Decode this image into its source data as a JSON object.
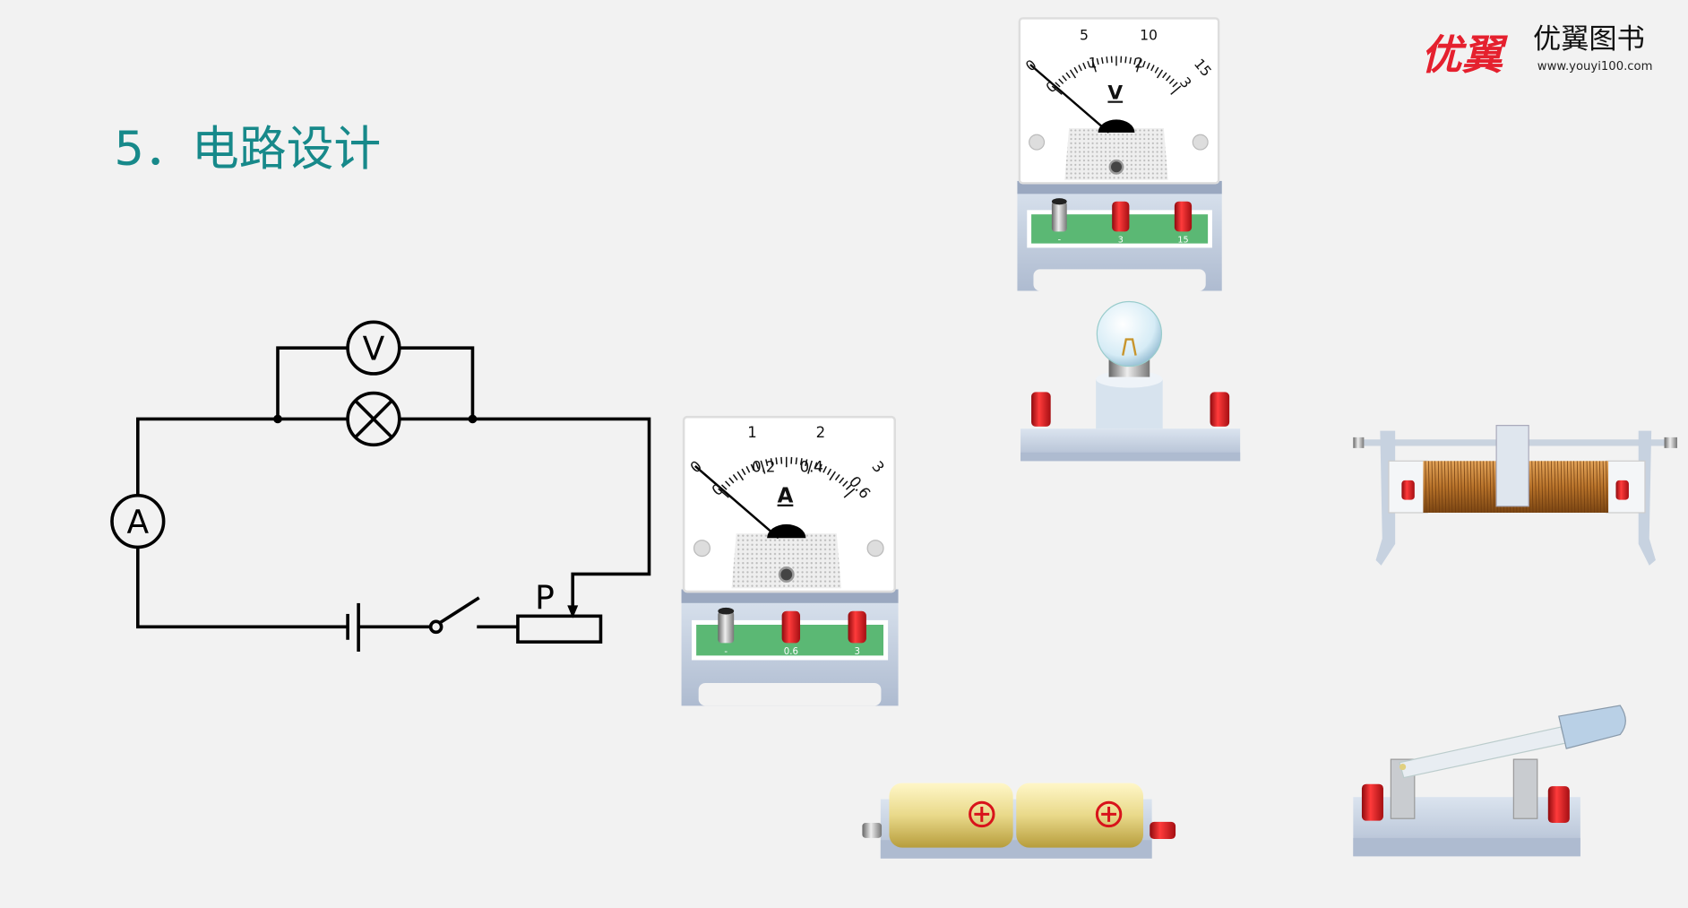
{
  "slide": {
    "title": "5．电路设计"
  },
  "logo": {
    "mark": "优翼",
    "name": "优翼图书",
    "url": "www.youyi100.com",
    "color": "#e5202e"
  },
  "circuit": {
    "voltmeter": "V",
    "ammeter": "A",
    "slider": "P"
  },
  "voltmeter": {
    "unit": "V",
    "upper_scale": [
      "0",
      "5",
      "10",
      "15"
    ],
    "lower_scale": [
      "0",
      "1",
      "2",
      "3"
    ],
    "terminals": [
      "-",
      "3",
      "15"
    ]
  },
  "ammeter": {
    "unit": "A",
    "upper_scale": [
      "0",
      "1",
      "2",
      "3"
    ],
    "lower_scale": [
      "0",
      "0.2",
      "0.4",
      "0.6"
    ],
    "terminals": [
      "-",
      "0.6",
      "3"
    ]
  },
  "colors": {
    "title": "#17898a",
    "terminal_red": "#d8131b",
    "panel_green": "#5bb874",
    "copper": "#b8732a",
    "battery": "#e9d98a"
  }
}
